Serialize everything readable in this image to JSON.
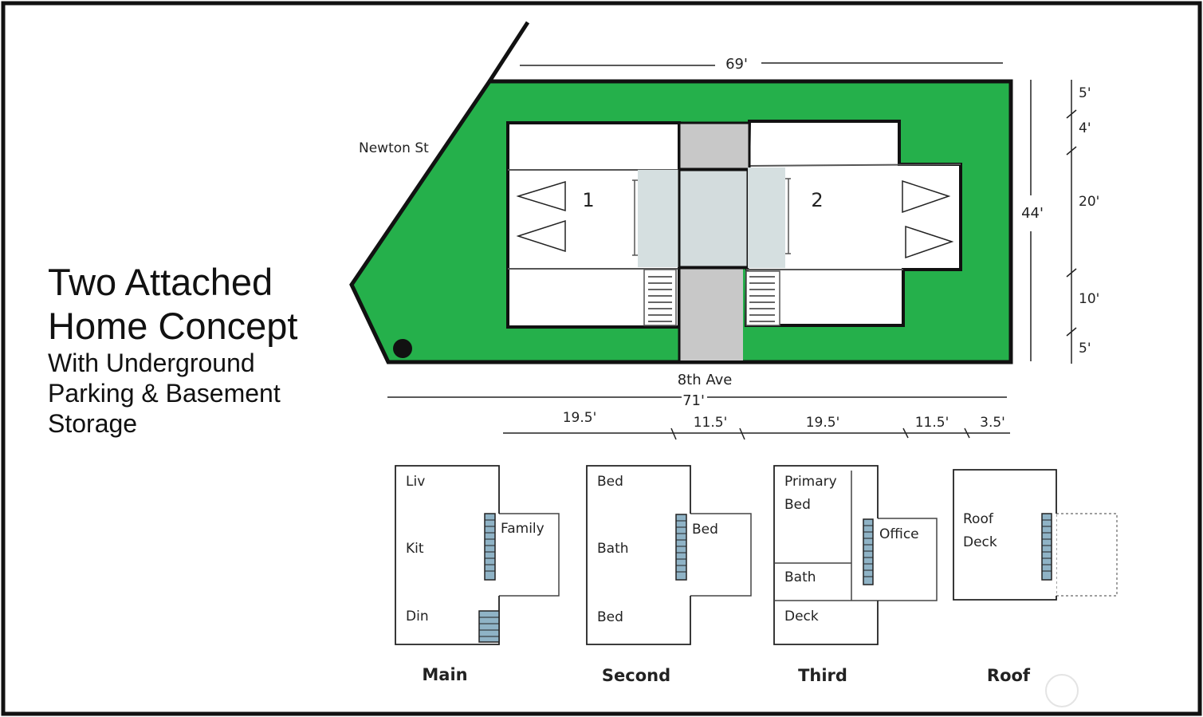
{
  "title": {
    "line1": "Two Attached",
    "line2": "Home Concept",
    "sub1": "With Underground",
    "sub2": "Parking & Basement",
    "sub3": "Storage"
  },
  "site": {
    "street_diagonal": "Newton St",
    "street_bottom": "8th Ave",
    "top_dim": "69'",
    "bottom_dim": "71'",
    "right_dim": "44'",
    "right_segments": [
      "5'",
      "4'",
      "20'",
      "10'",
      "5'"
    ],
    "bottom_segments": [
      "19.5'",
      "11.5'",
      "19.5'",
      "11.5'",
      "3.5'"
    ],
    "unit_1": "1",
    "unit_2": "2"
  },
  "floors": {
    "main": {
      "name": "Main",
      "liv": "Liv",
      "kit": "Kit",
      "din": "Din",
      "family": "Family"
    },
    "second": {
      "name": "Second",
      "bed_top": "Bed",
      "bath": "Bath",
      "bed_bottom": "Bed",
      "bed_right": "Bed"
    },
    "third": {
      "name": "Third",
      "primary": "Primary",
      "bed": "Bed",
      "bath": "Bath",
      "deck": "Deck",
      "office": "Office"
    },
    "roof": {
      "name": "Roof",
      "roof": "Roof",
      "deck": "Deck"
    }
  },
  "colors": {
    "lot_green": "#25b04b",
    "walkway_gray": "#d0d0d0",
    "light_blue_gray": "#d5dfe0",
    "stair_blue": "#8fb3c6"
  }
}
